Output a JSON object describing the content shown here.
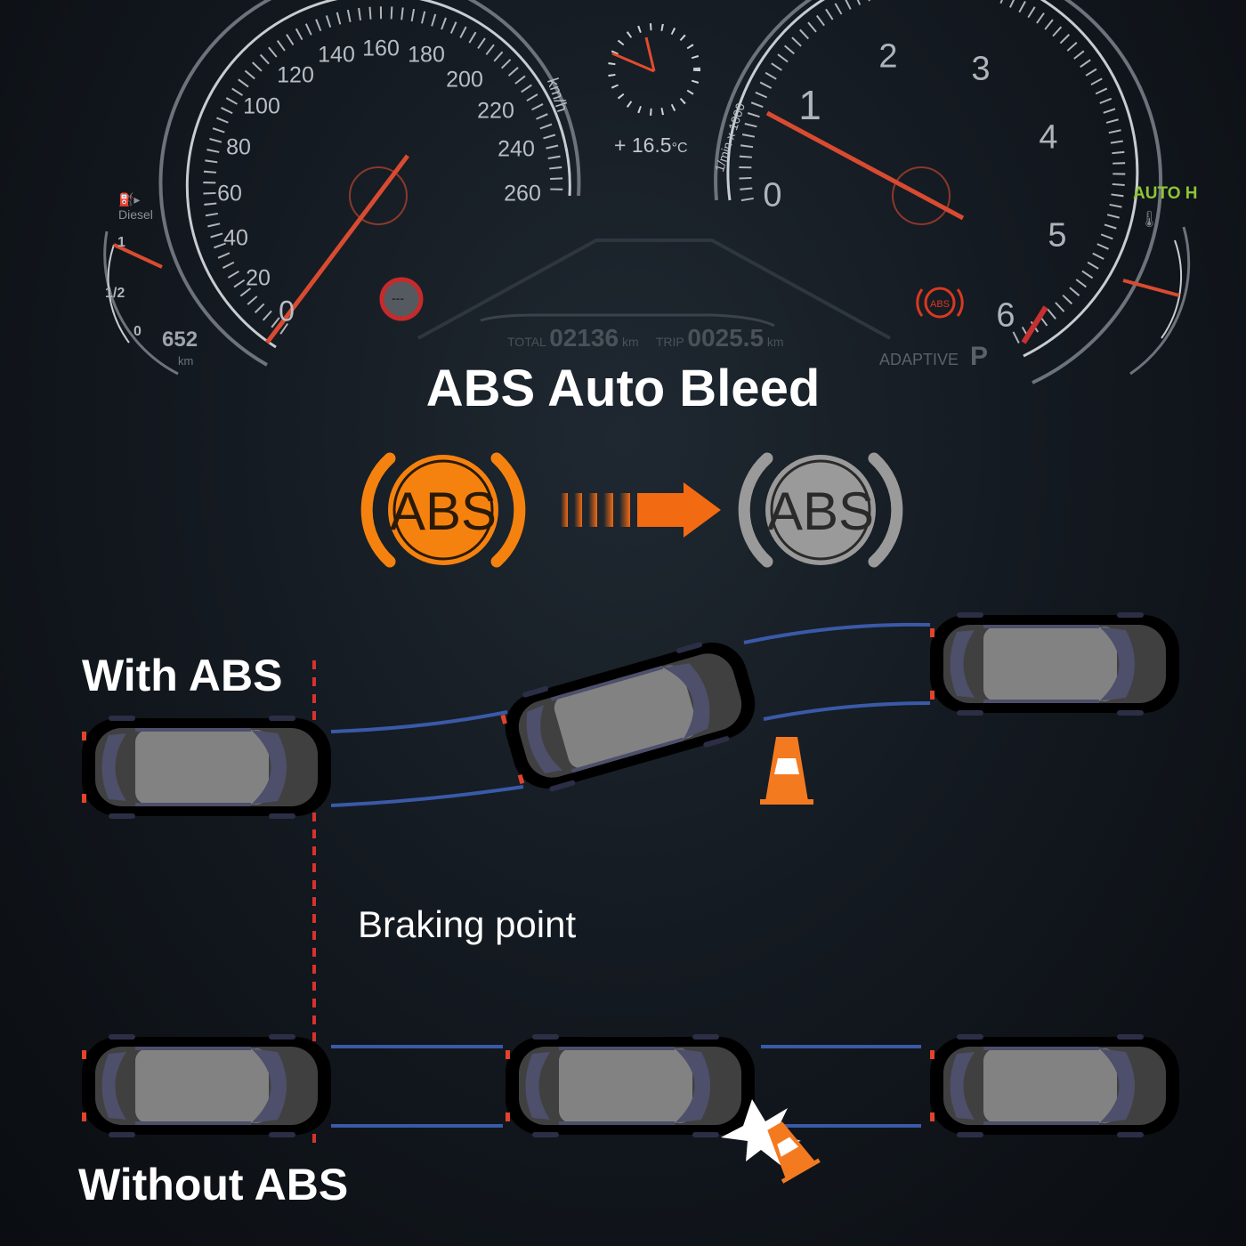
{
  "dashboard": {
    "speedometer": {
      "labels": [
        "0",
        "20",
        "40",
        "60",
        "80",
        "100",
        "120",
        "140",
        "160",
        "180",
        "200",
        "220",
        "240",
        "260"
      ],
      "unit": "km/h"
    },
    "tachometer": {
      "labels": [
        "0",
        "1",
        "2",
        "3",
        "4",
        "5",
        "6"
      ],
      "unit": "1/min x 1000"
    },
    "temperature": "+ 16.5",
    "temperature_unit": "°C",
    "fuel": {
      "type": "Diesel",
      "labels": [
        "1",
        "1/2",
        "0"
      ],
      "range": "652",
      "range_unit": "km"
    },
    "odometer": {
      "total_label": "TOTAL",
      "total": "02136",
      "total_unit": "km",
      "trip_label": "TRIP",
      "trip": "0025.5",
      "trip_unit": "km"
    },
    "abs_warning": "ABS",
    "auto_hold": "AUTO H",
    "drive_mode": "ADAPTIVE",
    "gear": "P",
    "speed_limit": "---"
  },
  "title": "ABS Auto Bleed",
  "icons": {
    "before": {
      "label": "ABS",
      "color": "#f5820f"
    },
    "after": {
      "label": "ABS",
      "color": "#9a9a9a"
    },
    "arrow_color": "#f26a12"
  },
  "diagram": {
    "with_abs": "With ABS",
    "without_abs": "Without ABS",
    "braking_point": "Braking point",
    "colors": {
      "with_car": "#a9cdf0",
      "without_car": "#f7c73c",
      "track": "#3a5aa8",
      "braking_line": "#d8322c"
    }
  }
}
